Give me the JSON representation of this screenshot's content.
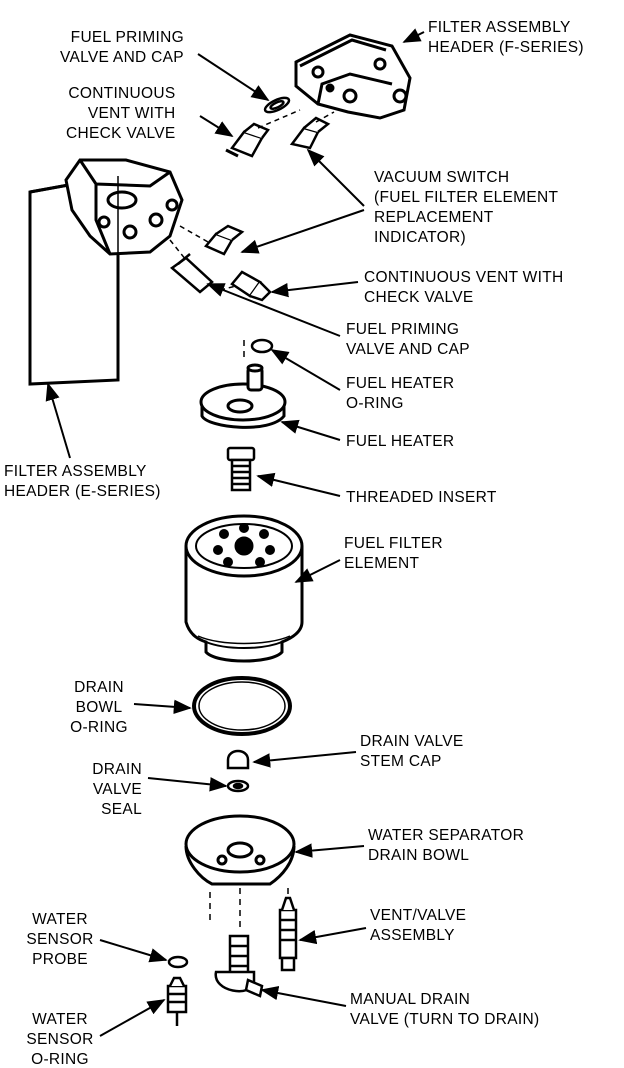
{
  "labels": {
    "fuel_priming_valve_top": [
      "FUEL PRIMING",
      "VALVE AND CAP"
    ],
    "continuous_vent_top": [
      "CONTINUOUS",
      "VENT WITH",
      "CHECK VALVE"
    ],
    "filter_header_f": [
      "FILTER ASSEMBLY",
      "HEADER (F-SERIES)"
    ],
    "vacuum_switch": [
      "VACUUM SWITCH",
      "(FUEL FILTER ELEMENT",
      "REPLACEMENT",
      "INDICATOR)"
    ],
    "continuous_vent_right": [
      "CONTINUOUS VENT WITH",
      "CHECK VALVE"
    ],
    "fuel_priming_valve_mid": [
      "FUEL PRIMING",
      "VALVE AND CAP"
    ],
    "fuel_heater_oring": [
      "FUEL HEATER",
      "O-RING"
    ],
    "fuel_heater": [
      "FUEL HEATER"
    ],
    "filter_header_e": [
      "FILTER ASSEMBLY",
      "HEADER (E-SERIES)"
    ],
    "threaded_insert": [
      "THREADED INSERT"
    ],
    "fuel_filter_element": [
      "FUEL FILTER",
      "ELEMENT"
    ],
    "drain_bowl_oring": [
      "DRAIN",
      "BOWL",
      "O-RING"
    ],
    "drain_valve_stem_cap": [
      "DRAIN VALVE",
      "STEM CAP"
    ],
    "drain_valve_seal": [
      "DRAIN",
      "VALVE",
      "SEAL"
    ],
    "water_separator": [
      "WATER SEPARATOR",
      "DRAIN BOWL"
    ],
    "water_sensor_probe": [
      "WATER",
      "SENSOR",
      "PROBE"
    ],
    "vent_valve_assembly": [
      "VENT/VALVE",
      "ASSEMBLY"
    ],
    "water_sensor_oring": [
      "WATER",
      "SENSOR",
      "O-RING"
    ],
    "manual_drain_valve": [
      "MANUAL DRAIN",
      "VALVE (TURN TO DRAIN)"
    ]
  }
}
